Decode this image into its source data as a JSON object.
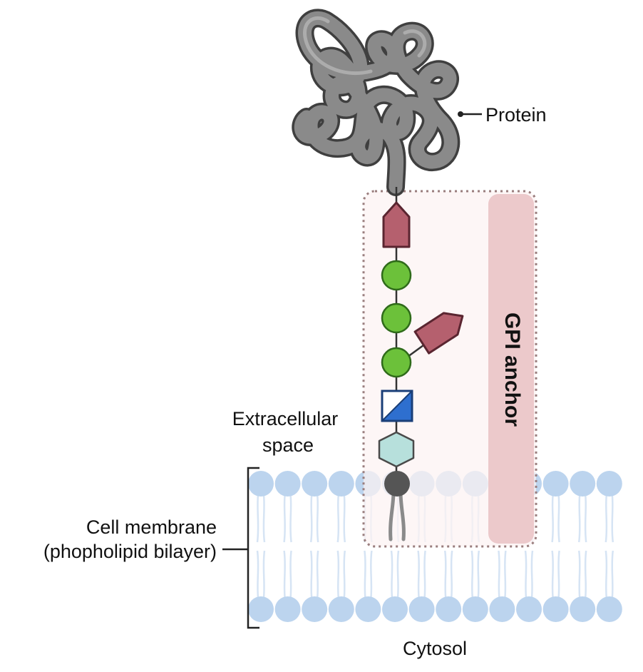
{
  "labels": {
    "protein": "Protein",
    "gpi_anchor": "GPI anchor",
    "extracellular_line1": "Extracellular",
    "extracellular_line2": "space",
    "membrane_line1": "Cell membrane",
    "membrane_line2": "(phopholipid bilayer)",
    "cytosol": "Cytosol"
  },
  "colors": {
    "protein": "#8a8a8a",
    "protein_outline": "#3f3f3f",
    "glycan_pentagon": "#b5606e",
    "glycan_pentagon_outline": "#5a2530",
    "mannose_circle": "#6cc13a",
    "mannose_outline": "#2f6b1a",
    "glucosamine_square": "#2e6fcf",
    "inositol_hexagon": "#b7e0dc",
    "phosphate_head": "#555555",
    "lipid_head": "#bcd4ee",
    "gpi_box_fill": "#fcf3f3",
    "gpi_bar": "#ecc9cb",
    "gpi_box_border": "#9a7e7e"
  },
  "icons": {
    "protein": "protein-ribbon-icon",
    "ethanolamine_phosphate": "pentagon-icon",
    "mannose": "circle-icon",
    "glucosamine": "half-filled-square-icon",
    "inositol": "hexagon-icon"
  }
}
